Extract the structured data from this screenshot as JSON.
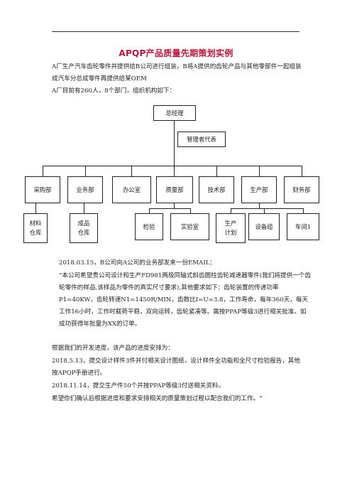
{
  "header": {
    "title": "APQP产品质量先期策划实例"
  },
  "intro": {
    "line1": "A厂生产汽车齿轮零件并提供给B公司进行组装，B将A提供的齿轮产品与其他零部件一起组装成汽车分总成零件再提供给某OEM",
    "line2": "A厂目前有260人，8个部门，组织机构如下："
  },
  "org": {
    "top": "总经理",
    "mgmt": "管理者代表",
    "depts": [
      "采购部",
      "业务部",
      "办公室",
      "质量部",
      "技术部",
      "生产部",
      "财务部"
    ],
    "sub": {
      "purchase_material": "材料\n仓库",
      "sales_product": "成品\n仓库",
      "quality_inspect": "检验",
      "quality_lab": "实验室",
      "prod_plan": "生产\n计划",
      "prod_equip": "设备组",
      "prod_workshop": "车间1"
    }
  },
  "body": {
    "p1": "2018.03.15，B公司向A公司的业务部发来一份EMAIL：",
    "p2": "“本公司希望贵公司设计和生产FD981两极同轴式斜齿圆柱齿轮减速器零件(我们将提供一个齿轮零件的样品,该样品为零件的真实尺寸要求),其他要求如下：齿轮装置的传递功率P1=40KW，齿轮转速N1=1450R/MIN，齿数比I=U=3.8，工作寿命，每年360天，每天工作16小时，工作时载荷平稳，双向运转，齿轮紧凑等。需按PPAP等级3进行相关批准。如成功获得年批量为XX的订单。",
    "p3": "根据我们的开发进度，该产品的进度安排为：",
    "p4": "2018.5.13，提交设计样件3件并付相关设计图纸，设计样件全功能和全尺寸检验报告，其他按APQP手册进行。",
    "p5": "2018.11.14，提交生产件50个并按PPAP等级3付送相关资料。",
    "p6": "希望你们确认后根据进度和要求安排相关的质量策划过程以配合我们的工作。“"
  }
}
